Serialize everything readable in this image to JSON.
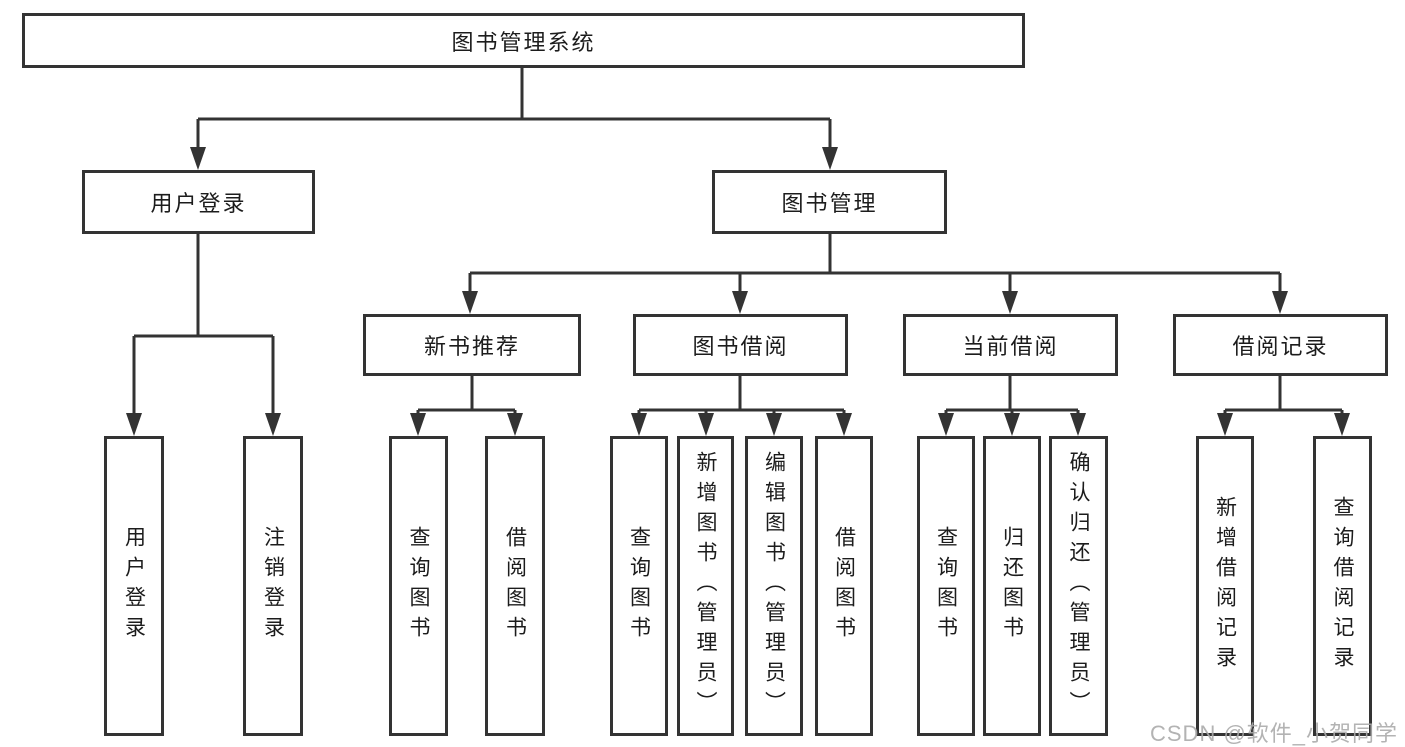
{
  "diagram": {
    "root": {
      "label": "图书管理系统"
    },
    "level2": [
      {
        "label": "用户登录"
      },
      {
        "label": "图书管理"
      }
    ],
    "level3": [
      {
        "label": "新书推荐"
      },
      {
        "label": "图书借阅"
      },
      {
        "label": "当前借阅"
      },
      {
        "label": "借阅记录"
      }
    ],
    "leaves": {
      "user_login": [
        "用户登录",
        "注销登录"
      ],
      "new_books": [
        "查询图书",
        "借阅图书"
      ],
      "borrow": [
        "查询图书",
        "新增图书（管理员）",
        "编辑图书（管理员）",
        "借阅图书"
      ],
      "current": [
        "查询图书",
        "归还图书",
        "确认归还（管理员）"
      ],
      "records": [
        "新增借阅记录",
        "查询借阅记录"
      ]
    }
  },
  "watermark": {
    "text": "CSDN @软件_小贺同学"
  },
  "colors": {
    "line": "#333333",
    "text": "#1c1c1c",
    "background": "#ffffff",
    "watermark": "#ababab"
  }
}
